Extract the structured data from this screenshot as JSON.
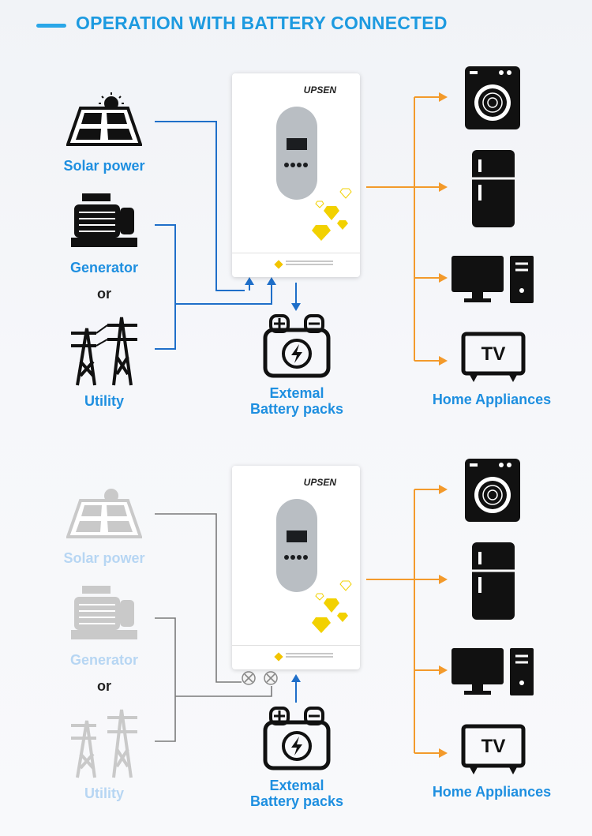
{
  "title": "OPERATION WITH BATTERY CONNECTED",
  "brand": "UPSEN",
  "sections": [
    {
      "solar_label": "Solar power",
      "generator_label": "Generator",
      "or_label": "or",
      "utility_label": "Utility",
      "battery_label_line1": "Extemal",
      "battery_label_line2": "Battery packs",
      "appliances_label": "Home Appliances",
      "grid_inputs_connected": true
    },
    {
      "solar_label": "Solar power",
      "generator_label": "Generator",
      "or_label": "or",
      "utility_label": "Utility",
      "battery_label_line1": "Extemal",
      "battery_label_line2": "Battery packs",
      "appliances_label": "Home Appliances",
      "grid_inputs_connected": false
    }
  ],
  "colors": {
    "title": "#1d9ae0",
    "label_blue": "#1e8fe0",
    "label_faded": "#b7d6f3",
    "wire_blue": "#1f6fc9",
    "wire_gray": "#7a7a7a",
    "wire_orange": "#f39a2b",
    "icon_dark": "#111111",
    "icon_faded": "#c9c9c9"
  },
  "icons": [
    "solar-panel-icon",
    "generator-icon",
    "utility-tower-icon",
    "battery-icon",
    "washing-machine-icon",
    "refrigerator-icon",
    "computer-icon",
    "tv-icon",
    "disconnect-icon"
  ]
}
